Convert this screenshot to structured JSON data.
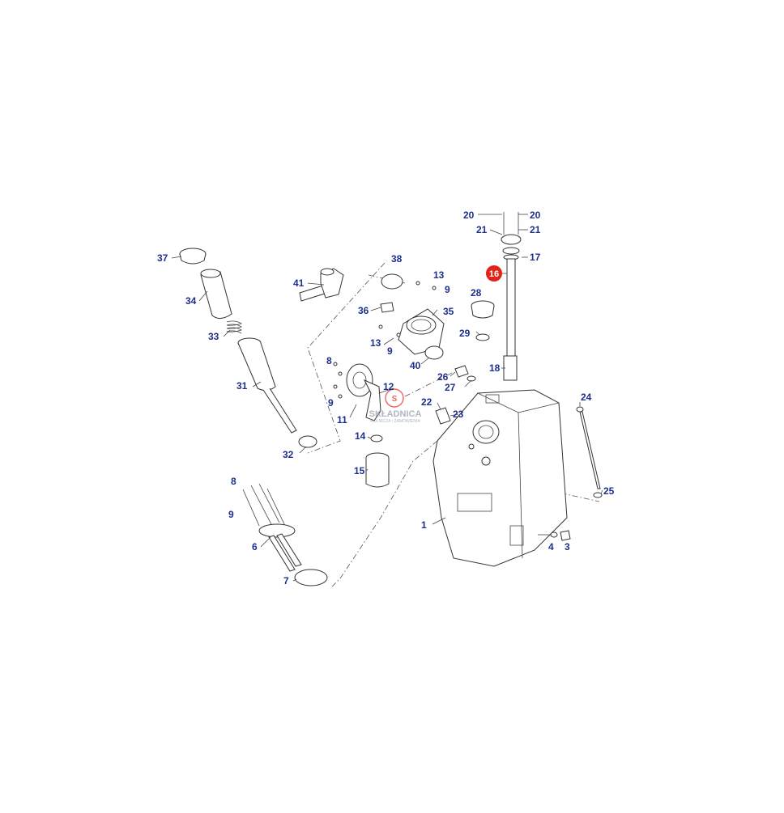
{
  "diagram": {
    "labels": [
      {
        "id": "20a",
        "text": "20"
      },
      {
        "id": "21a",
        "text": "21"
      },
      {
        "id": "20b",
        "text": "20"
      },
      {
        "id": "21b",
        "text": "21"
      },
      {
        "id": "17",
        "text": "17"
      },
      {
        "id": "16",
        "text": "16"
      },
      {
        "id": "37",
        "text": "37"
      },
      {
        "id": "38",
        "text": "38"
      },
      {
        "id": "13a",
        "text": "13"
      },
      {
        "id": "9a",
        "text": "9"
      },
      {
        "id": "41",
        "text": "41"
      },
      {
        "id": "28",
        "text": "28"
      },
      {
        "id": "34",
        "text": "34"
      },
      {
        "id": "36",
        "text": "36"
      },
      {
        "id": "35",
        "text": "35"
      },
      {
        "id": "29",
        "text": "29"
      },
      {
        "id": "33",
        "text": "33"
      },
      {
        "id": "13b",
        "text": "13"
      },
      {
        "id": "9b",
        "text": "9"
      },
      {
        "id": "40",
        "text": "40"
      },
      {
        "id": "8a",
        "text": "8"
      },
      {
        "id": "26",
        "text": "26"
      },
      {
        "id": "18",
        "text": "18"
      },
      {
        "id": "31",
        "text": "31"
      },
      {
        "id": "12",
        "text": "12"
      },
      {
        "id": "27",
        "text": "27"
      },
      {
        "id": "24",
        "text": "24"
      },
      {
        "id": "9c",
        "text": "9"
      },
      {
        "id": "22",
        "text": "22"
      },
      {
        "id": "11",
        "text": "11"
      },
      {
        "id": "23",
        "text": "23"
      },
      {
        "id": "14",
        "text": "14"
      },
      {
        "id": "32",
        "text": "32"
      },
      {
        "id": "15",
        "text": "15"
      },
      {
        "id": "25",
        "text": "25"
      },
      {
        "id": "8b",
        "text": "8"
      },
      {
        "id": "9d",
        "text": "9"
      },
      {
        "id": "1",
        "text": "1"
      },
      {
        "id": "4",
        "text": "4"
      },
      {
        "id": "3",
        "text": "3"
      },
      {
        "id": "6",
        "text": "6"
      },
      {
        "id": "7",
        "text": "7"
      }
    ],
    "watermark": {
      "line1": "SKŁADNICA",
      "line2": "ROLNICZA / ZAMÓWIENIA"
    },
    "colors": {
      "label": "#1e2f8c",
      "highlight": "#e2231a",
      "line": "#333333"
    }
  }
}
